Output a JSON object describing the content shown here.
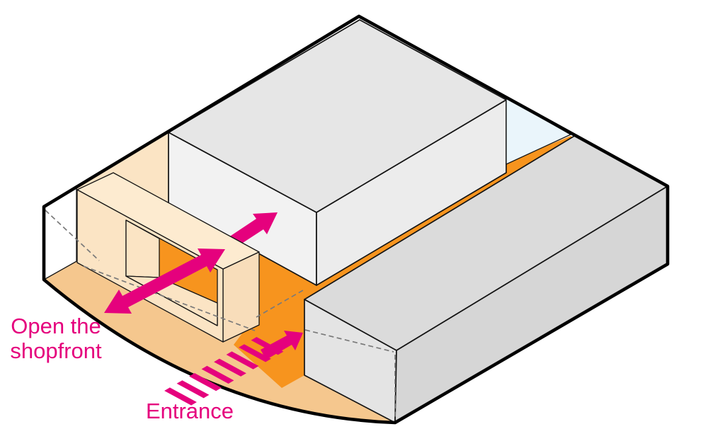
{
  "labels": {
    "open_line1": "Open the",
    "open_line2": "shopfront",
    "entrance": "Entrance"
  },
  "colors": {
    "magenta": "#E5017D",
    "floor_light": "#F5C78E",
    "floor_dark": "#F7941E",
    "shopfront_cream": "#FBE4C4",
    "shopfront_cream_top": "#FDEBD0",
    "shopfront_cream_side": "#F8DDBA",
    "building_top": "#E6E6E6",
    "building_front": "#F2F2F2",
    "building_side": "#ECECEC",
    "annex_top": "#DBDBDB",
    "annex_front": "#E4E4E4",
    "annex_side": "#D6D6D6",
    "wall_blue": "#EAF5FB",
    "dash_gray": "#7a7a7a",
    "outline": "#000000"
  }
}
